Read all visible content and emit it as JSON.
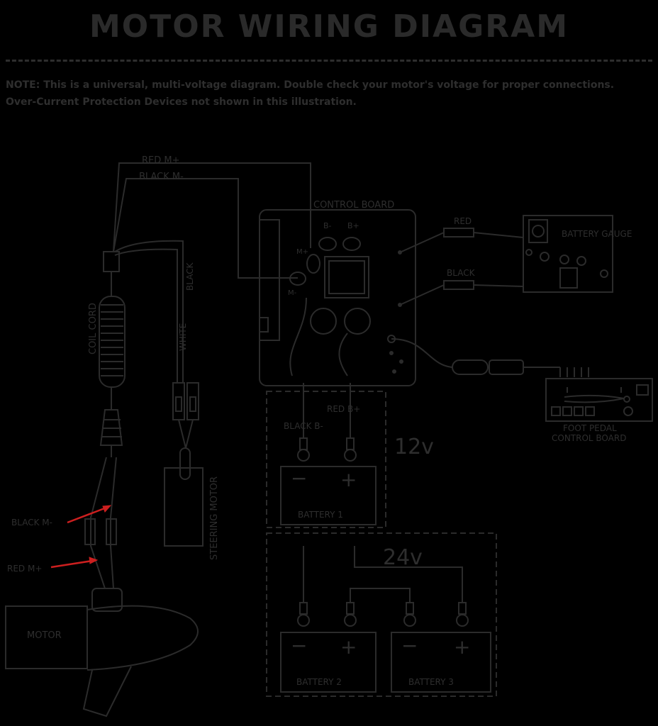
{
  "title": "MOTOR WIRING DIAGRAM",
  "note": {
    "label": "NOTE:",
    "text": "This is a universal, multi-voltage diagram. Double check your motor's voltage for proper connections. Over-Current Protection Devices not shown in this illustration."
  },
  "labels": {
    "red_m_plus_top": "RED M+",
    "black_m_minus_top": "BLACK M-",
    "control_board": "CONTROL BOARD",
    "b_minus": "B-",
    "b_plus": "B+",
    "m_plus": "M+",
    "m_minus": "M-",
    "red": "RED",
    "black": "BLACK",
    "battery_gauge": "BATTERY GAUGE",
    "coil_cord": "COIL CORD",
    "white": "WHITE",
    "black_vertical": "BLACK",
    "steering_motor": "STEERING MOTOR",
    "foot_pedal_line1": "FOOT PEDAL",
    "foot_pedal_line2": "CONTROL BOARD",
    "red_b_plus": "RED B+",
    "black_b_minus": "BLACK B-",
    "v12": "12v",
    "v24": "24v",
    "battery1": "BATTERY 1",
    "battery2": "BATTERY 2",
    "battery3": "BATTERY 3",
    "black_m_minus_low": "BLACK M-",
    "red_m_plus_low": "RED M+",
    "motor": "MOTOR",
    "minus": "−",
    "plus": "+"
  },
  "colors": {
    "background": "#000000",
    "line": "#2b2b2b",
    "text": "#2e2e2e",
    "arrow": "#cc1f1f"
  }
}
